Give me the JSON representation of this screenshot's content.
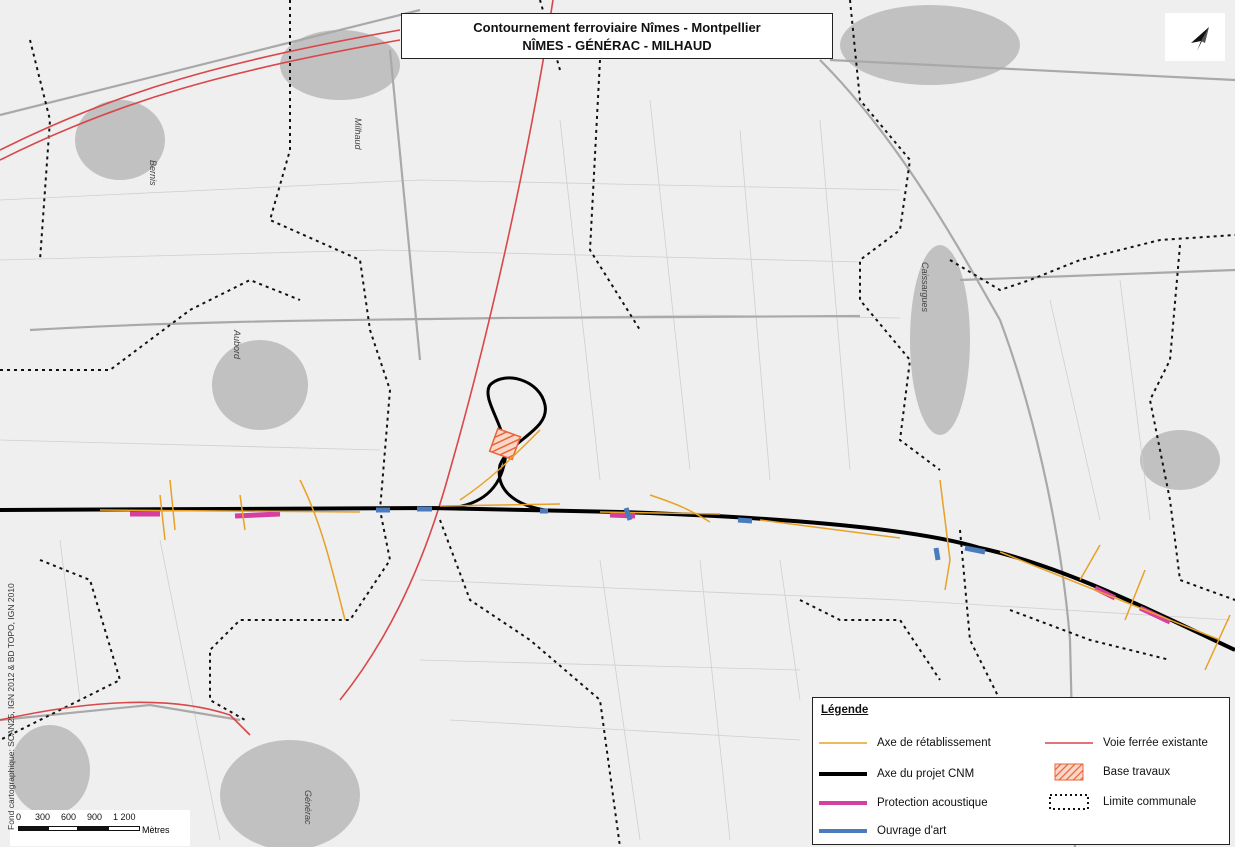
{
  "title": {
    "line1": "Contournement ferroviaire Nîmes - Montpellier",
    "line2": "NÎMES - GÉNÉRAC - MILHAUD"
  },
  "icons": {
    "north": "north-arrow-icon"
  },
  "legend": {
    "title": "Légende",
    "items": [
      {
        "label": "Axe de rétablissement",
        "color": "#e8a126",
        "symbol": "thin-line"
      },
      {
        "label": "Axe du projet CNM",
        "color": "#000000",
        "symbol": "thick-line"
      },
      {
        "label": "Protection acoustique",
        "color": "#d63fa0",
        "symbol": "thick-line"
      },
      {
        "label": "Ouvrage d'art",
        "color": "#4a7bbd",
        "symbol": "thick-line"
      },
      {
        "label": "Voie ferrée existante",
        "color": "#d9474a",
        "symbol": "thin-line"
      },
      {
        "label": "Base travaux",
        "color": "#e8643b",
        "symbol": "hatched-box"
      },
      {
        "label": "Limite communale",
        "color": "#111111",
        "symbol": "dotted-box"
      }
    ]
  },
  "scale": {
    "ticks": [
      "0",
      "300",
      "600",
      "900",
      "1 200"
    ],
    "unit": "Mètres"
  },
  "credit": "Fond cartographique: SCAN25, IGN 2012 & BD TOPO, IGN 2010",
  "map_labels": {
    "milhaud": "Milhaud",
    "aubord": "Aubord",
    "bernis": "Bernis",
    "generac": "Générac",
    "caissargues": "Caissargues"
  }
}
